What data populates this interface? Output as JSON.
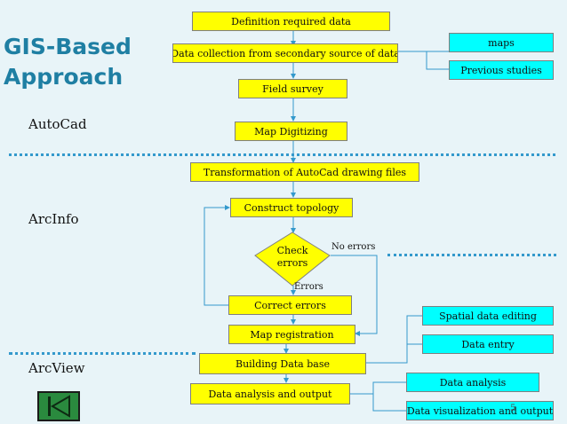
{
  "title": {
    "line1": "GIS-Based",
    "line2": "Approach"
  },
  "sections": {
    "autocad": "AutoCad",
    "arcinfo": "ArcInfo",
    "arcview": "ArcView"
  },
  "boxes": {
    "definition": "Definition required data",
    "data_collection": "Data collection from secondary source of data",
    "maps": "maps",
    "previous_studies": "Previous studies",
    "field_survey": "Field survey",
    "map_digitizing": "Map Digitizing",
    "transformation": "Transformation of AutoCad drawing files",
    "construct_topology": "Construct topology",
    "check_errors": "Check errors",
    "correct_errors": "Correct errors",
    "map_registration": "Map registration",
    "spatial_data_editing": "Spatial data editing",
    "data_entry": "Data entry",
    "building_database": "Building Data base",
    "data_analysis_output": "Data analysis and output",
    "data_analysis": "Data analysis",
    "data_visualization": "Data visualization and output"
  },
  "labels": {
    "no_errors": "No errors",
    "errors": "Errors"
  },
  "page_number": "5",
  "colors": {
    "title": "#1f7fa3",
    "box_yellow": "#ffff00",
    "box_cyan": "#00ffff",
    "separator": "#3399cc",
    "background": "#e8f4f8"
  },
  "nav_icon": "skip-back-icon"
}
